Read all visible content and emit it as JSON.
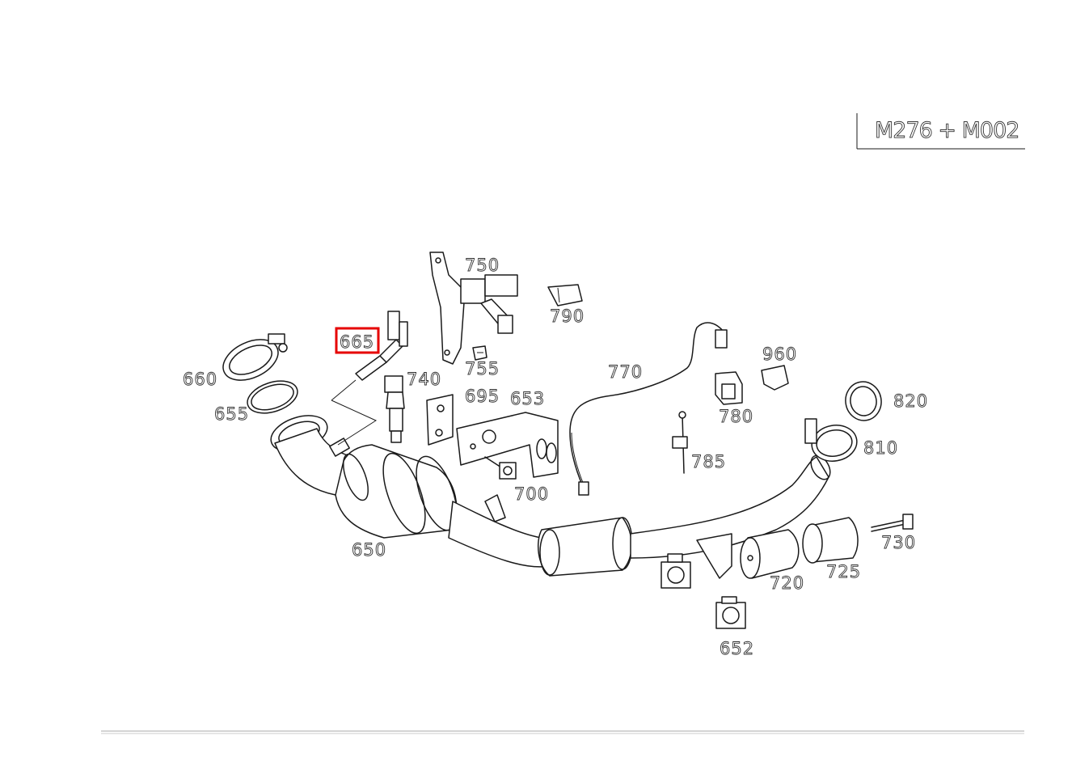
{
  "code_box": {
    "text": "M276 + M002"
  },
  "highlight_color": "#e60000",
  "parts": [
    {
      "id": "p750",
      "number": "750"
    },
    {
      "id": "p790",
      "number": "790"
    },
    {
      "id": "p665",
      "number": "665",
      "highlighted": true
    },
    {
      "id": "p755",
      "number": "755"
    },
    {
      "id": "p960",
      "number": "960"
    },
    {
      "id": "p770",
      "number": "770"
    },
    {
      "id": "p660",
      "number": "660"
    },
    {
      "id": "p740",
      "number": "740"
    },
    {
      "id": "p695",
      "number": "695"
    },
    {
      "id": "p653",
      "number": "653"
    },
    {
      "id": "p820",
      "number": "820"
    },
    {
      "id": "p780",
      "number": "780"
    },
    {
      "id": "p655",
      "number": "655"
    },
    {
      "id": "p810",
      "number": "810"
    },
    {
      "id": "p785",
      "number": "785"
    },
    {
      "id": "p700",
      "number": "700"
    },
    {
      "id": "p730",
      "number": "730"
    },
    {
      "id": "p650",
      "number": "650"
    },
    {
      "id": "p725",
      "number": "725"
    },
    {
      "id": "p720",
      "number": "720"
    },
    {
      "id": "p652",
      "number": "652"
    }
  ]
}
